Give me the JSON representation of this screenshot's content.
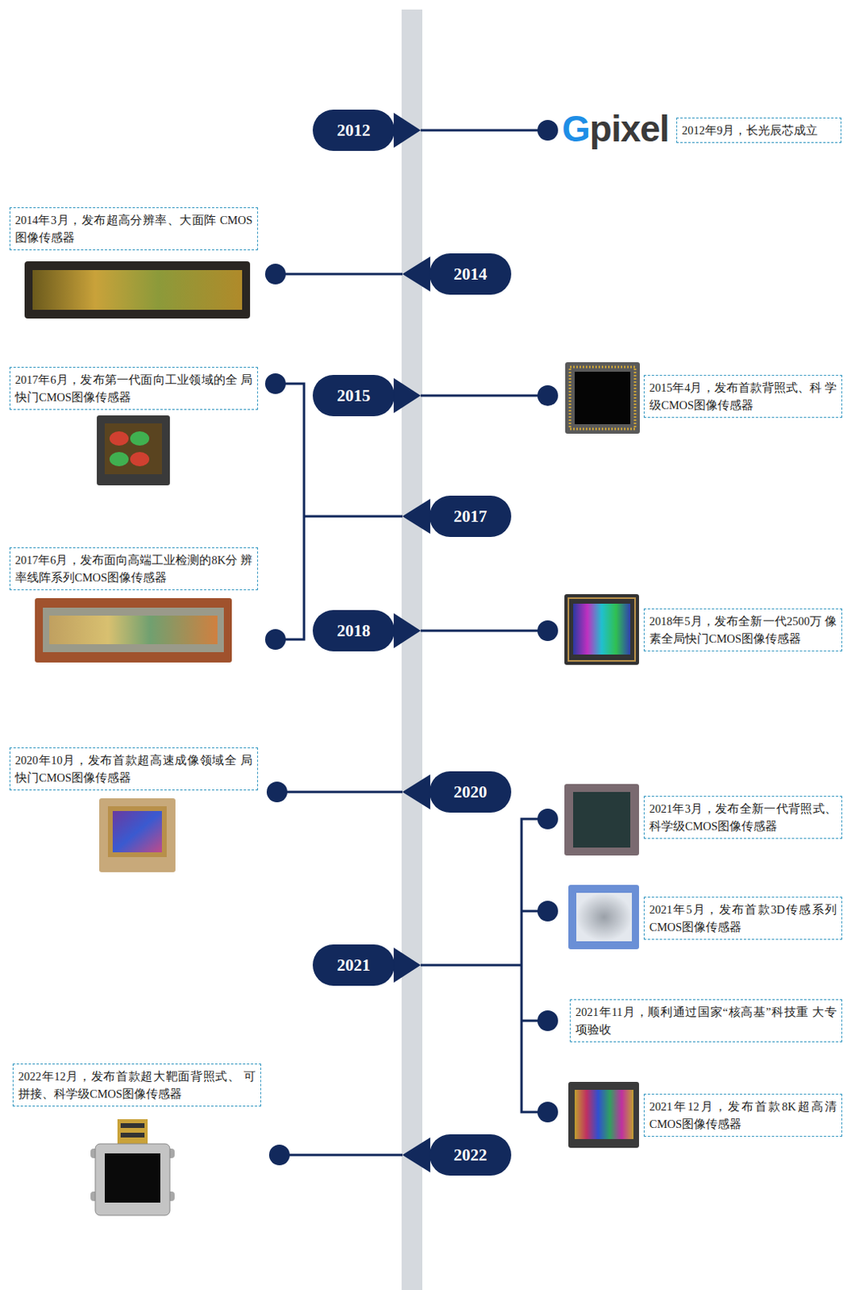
{
  "diagram": {
    "nodes": [
      {
        "text": [
          "2012"
        ]
      },
      {
        "text": [
          "2012年9月，长光辰芯成立"
        ]
      },
      {
        "text": [
          "2014年3月，发布超高分辨率、大面阵 CMOS图像传感器"
        ]
      },
      {
        "text": [
          "2014"
        ]
      },
      {
        "text": [
          "2017年6月，发布第一代面向工业领域的全 局快门CMOS图像传感器"
        ]
      },
      {
        "text": [
          "2015"
        ]
      },
      {
        "text": [
          "2015年4月，发布首款背照式、科 学级CMOS图像传感器"
        ]
      },
      {
        "text": [
          "2017"
        ]
      },
      {
        "text": [
          "2017年6月，发布面向高端工业检测的8K分 辨率线阵系列CMOS图像传感器"
        ]
      },
      {
        "text": [
          "2018"
        ]
      },
      {
        "text": [
          "2018年5月，发布全新一代2500万 像素全局快门CMOS图像传感器"
        ]
      },
      {
        "text": [
          "2020年10月，发布首款超高速成像领域全 局快门CMOS图像传感器"
        ]
      },
      {
        "text": [
          "2020"
        ]
      },
      {
        "text": [
          "2021年3月，发布全新一代背照式、 科学级CMOS图像传感器"
        ]
      },
      {
        "text": [
          "2021年5月，发布首款3D传感系列 CMOS图像传感器"
        ]
      },
      {
        "text": [
          "2021"
        ]
      },
      {
        "text": [
          "2021年11月，顺利通过国家“核高基”科技重 大专项验收"
        ]
      },
      {
        "text": [
          "2021年12月，发布首款8K超高清 CMOS图像传感器"
        ]
      },
      {
        "text": [
          "2022年12月，发布首款超大靶面背照式、 可拼接、科学级CMOS图像传感器"
        ]
      },
      {
        "text": [
          "2022"
        ]
      }
    ],
    "labels": [
      "Gpixel"
    ]
  }
}
